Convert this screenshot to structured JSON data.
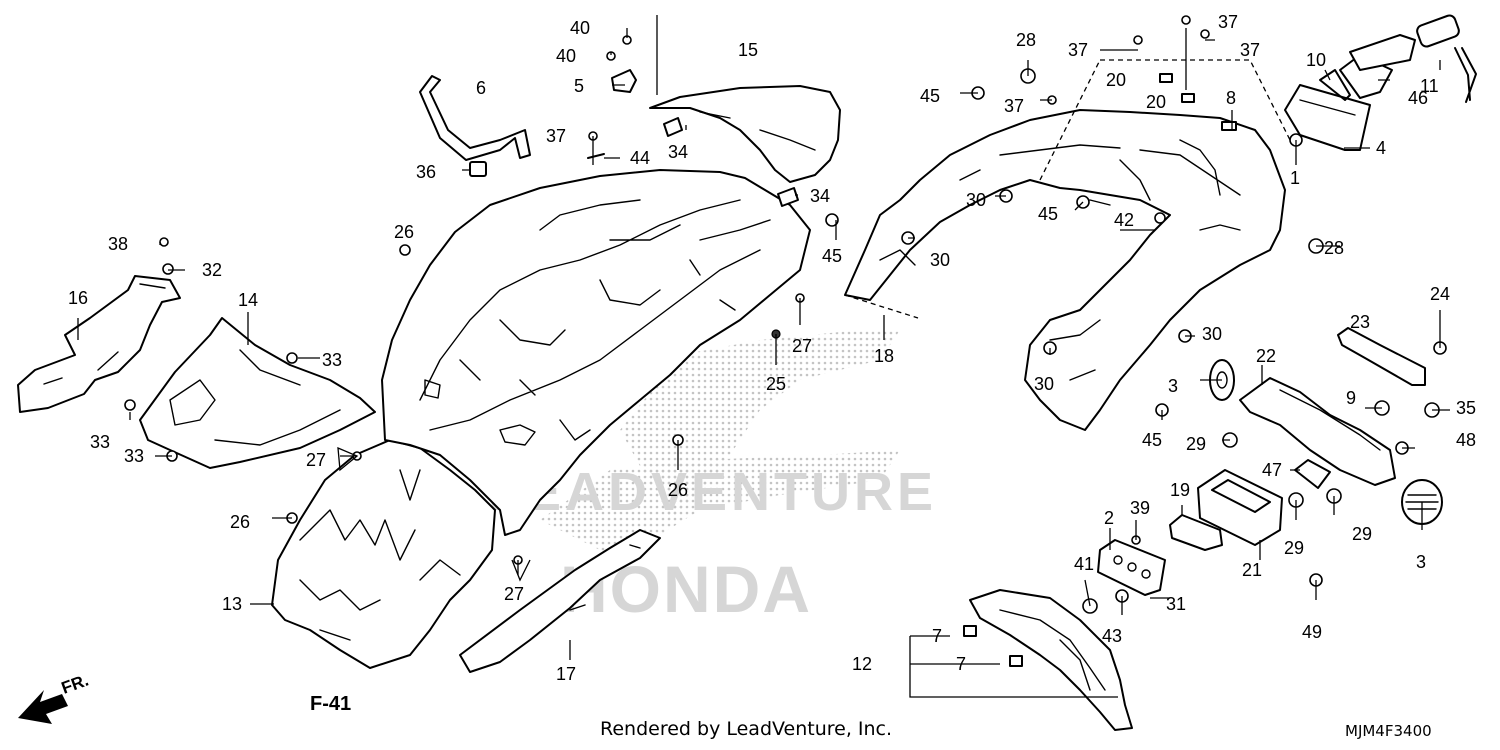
{
  "diagram": {
    "callouts": [
      "1",
      "2",
      "3",
      "3",
      "4",
      "5",
      "6",
      "7",
      "7",
      "8",
      "9",
      "10",
      "11",
      "12",
      "13",
      "14",
      "15",
      "16",
      "17",
      "18",
      "19",
      "20",
      "20",
      "21",
      "22",
      "23",
      "24",
      "25",
      "26",
      "26",
      "26",
      "27",
      "27",
      "27",
      "28",
      "28",
      "29",
      "29",
      "29",
      "30",
      "30",
      "30",
      "30",
      "31",
      "32",
      "33",
      "33",
      "33",
      "34",
      "34",
      "35",
      "36",
      "37",
      "37",
      "37",
      "37",
      "37",
      "38",
      "39",
      "40",
      "40",
      "41",
      "42",
      "43",
      "44",
      "45",
      "45",
      "45",
      "45",
      "46",
      "47",
      "48",
      "49"
    ],
    "direction_label": "FR.",
    "reference": "F-41",
    "watermark_brand": "HONDA",
    "watermark_text": "LEADVENTURE"
  },
  "footer": {
    "credit": "Rendered by LeadVenture, Inc.",
    "code": "MJM4F3400"
  }
}
